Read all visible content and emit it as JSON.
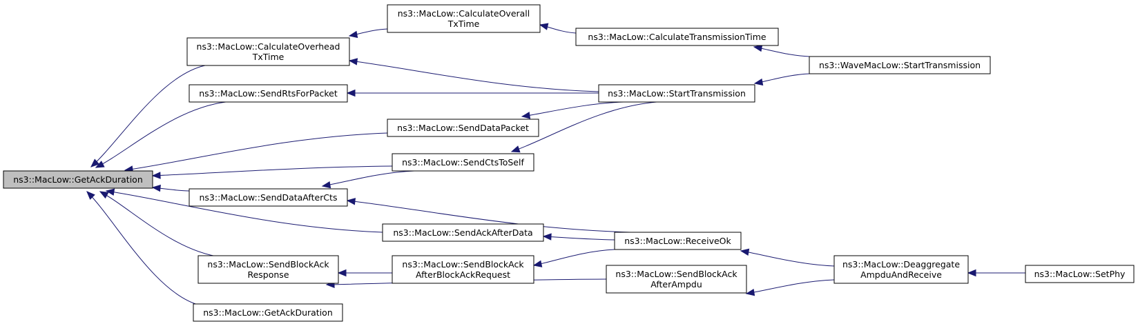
{
  "graph": {
    "type": "call-graph",
    "direction": "right-to-left callers",
    "colors": {
      "edge": "#191970",
      "root_fill": "#bfbfbf",
      "node_fill": "#ffffff",
      "node_border": "#000000"
    },
    "nodes": {
      "n0": {
        "lines": [
          "ns3::MacLow::GetAckDuration"
        ],
        "root": true
      },
      "n1": {
        "lines": [
          "ns3::MacLow::CalculateOverhead",
          "TxTime"
        ]
      },
      "n2": {
        "lines": [
          "ns3::MacLow::SendRtsForPacket"
        ]
      },
      "n3": {
        "lines": [
          "ns3::MacLow::SendDataAfterCts"
        ]
      },
      "n4": {
        "lines": [
          "ns3::MacLow::SendBlockAck",
          "Response"
        ]
      },
      "n5": {
        "lines": [
          "ns3::MacLow::GetAckDuration"
        ]
      },
      "n6": {
        "lines": [
          "ns3::MacLow::CalculateOverall",
          "TxTime"
        ]
      },
      "n7": {
        "lines": [
          "ns3::MacLow::SendDataPacket"
        ]
      },
      "n8": {
        "lines": [
          "ns3::MacLow::SendCtsToSelf"
        ]
      },
      "n9": {
        "lines": [
          "ns3::MacLow::SendAckAfterData"
        ]
      },
      "n10": {
        "lines": [
          "ns3::MacLow::SendBlockAck",
          "AfterBlockAckRequest"
        ]
      },
      "n11": {
        "lines": [
          "ns3::MacLow::CalculateTransmissionTime"
        ]
      },
      "n12": {
        "lines": [
          "ns3::MacLow::StartTransmission"
        ]
      },
      "n13": {
        "lines": [
          "ns3::MacLow::ReceiveOk"
        ]
      },
      "n14": {
        "lines": [
          "ns3::MacLow::SendBlockAck",
          "AfterAmpdu"
        ]
      },
      "n15": {
        "lines": [
          "ns3::WaveMacLow::StartTransmission"
        ]
      },
      "n16": {
        "lines": [
          "ns3::MacLow::Deaggregate",
          "AmpduAndReceive"
        ]
      },
      "n17": {
        "lines": [
          "ns3::MacLow::SetPhy"
        ]
      }
    },
    "edges": [
      [
        "n1",
        "n0"
      ],
      [
        "n2",
        "n0"
      ],
      [
        "n7",
        "n0"
      ],
      [
        "n8",
        "n0"
      ],
      [
        "n3",
        "n0"
      ],
      [
        "n9",
        "n0"
      ],
      [
        "n4",
        "n0"
      ],
      [
        "n5",
        "n0"
      ],
      [
        "n6",
        "n1"
      ],
      [
        "n12",
        "n1"
      ],
      [
        "n12",
        "n2"
      ],
      [
        "n13",
        "n3"
      ],
      [
        "n8",
        "n3"
      ],
      [
        "n10",
        "n4"
      ],
      [
        "n14",
        "n4"
      ],
      [
        "n11",
        "n6"
      ],
      [
        "n12",
        "n7"
      ],
      [
        "n12",
        "n8"
      ],
      [
        "n13",
        "n9"
      ],
      [
        "n13",
        "n10"
      ],
      [
        "n15",
        "n11"
      ],
      [
        "n15",
        "n12"
      ],
      [
        "n16",
        "n13"
      ],
      [
        "n16",
        "n14"
      ],
      [
        "n17",
        "n16"
      ]
    ]
  }
}
